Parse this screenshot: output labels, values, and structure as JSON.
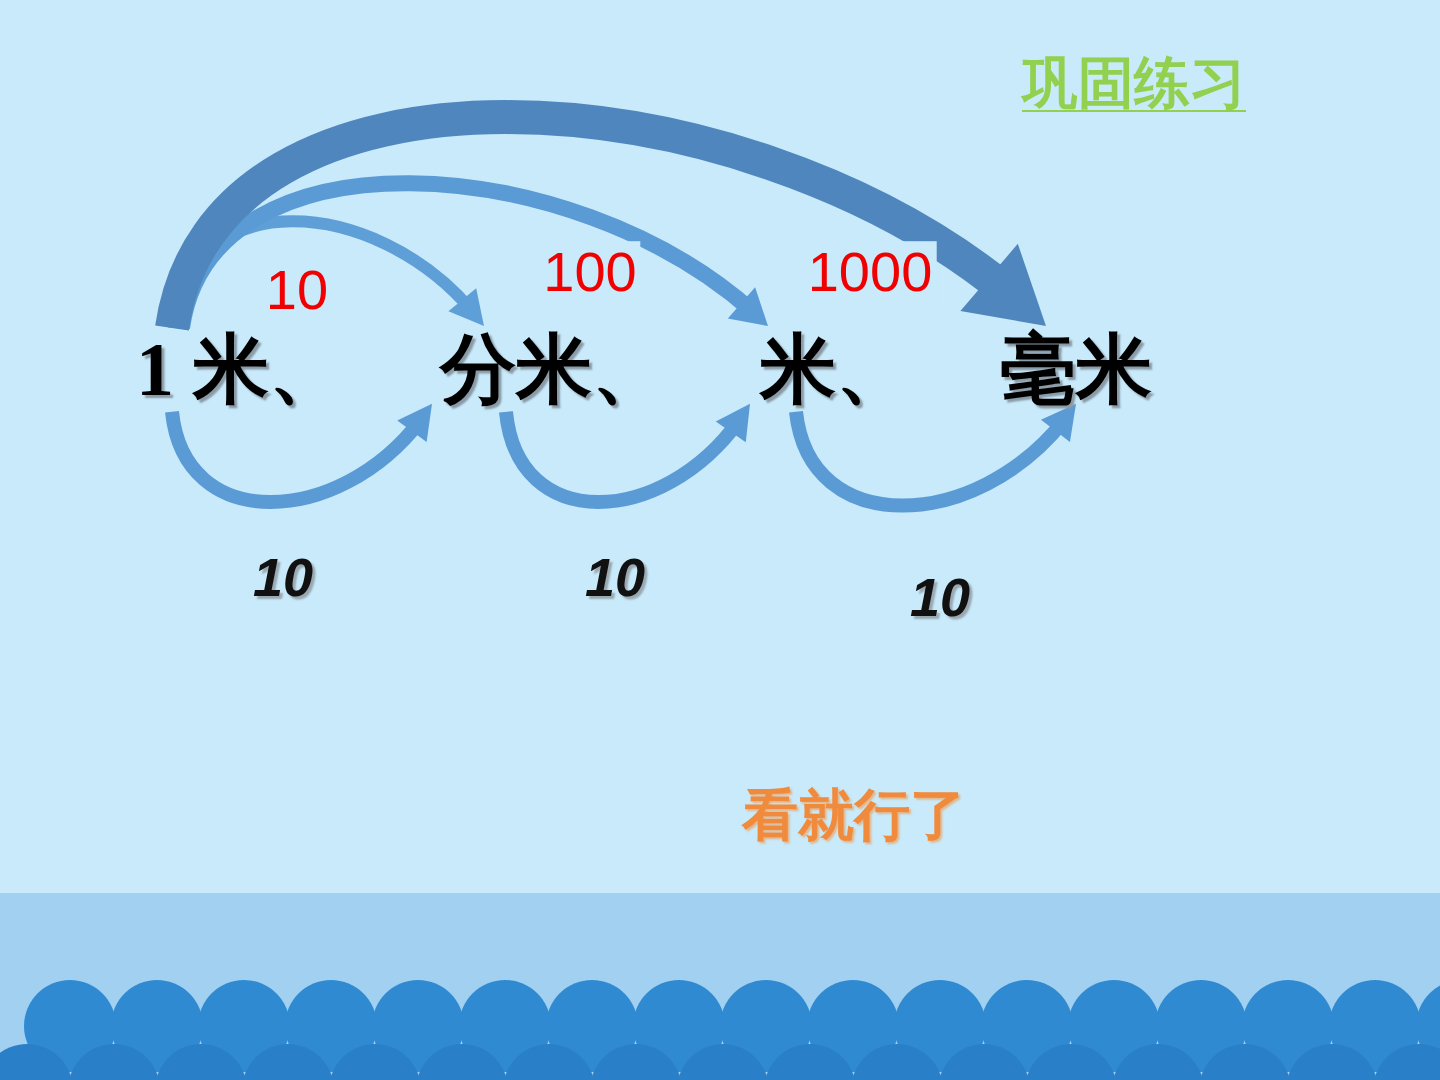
{
  "diagram": {
    "title": "巩固练习",
    "nodes": [
      {
        "text": [
          "1 米、"
        ]
      },
      {
        "text": [
          "分米、"
        ]
      },
      {
        "text": [
          "米、"
        ]
      },
      {
        "text": [
          "毫米"
        ]
      }
    ],
    "edges": [
      {
        "from": 0,
        "to": 1,
        "arrow": "to",
        "label": "10"
      },
      {
        "from": 0,
        "to": 2,
        "arrow": "to",
        "label": "100"
      },
      {
        "from": 0,
        "to": 3,
        "arrow": "to",
        "label": "1000"
      },
      {
        "from": 0,
        "to": 1,
        "arrow": "to",
        "label": "10"
      },
      {
        "from": 1,
        "to": 2,
        "arrow": "to",
        "label": "10"
      },
      {
        "from": 2,
        "to": 3,
        "arrow": "to",
        "label": "10"
      }
    ],
    "labels": [
      "看就行了"
    ]
  }
}
